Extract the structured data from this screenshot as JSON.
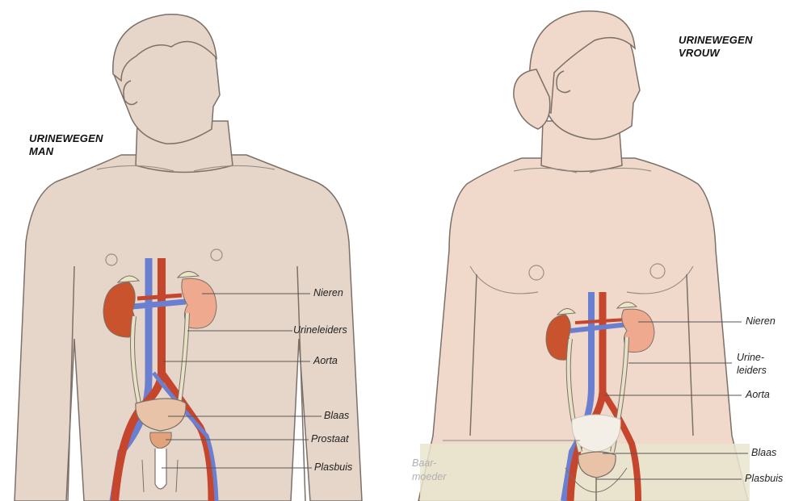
{
  "colors": {
    "skin_man": "#e6d6c9",
    "skin_woman": "#f0d9cb",
    "outline": "#7c7068",
    "artery": "#c5452d",
    "vein": "#6a7fd0",
    "kidney_left": "#c8532d",
    "kidney_right": "#efa98e",
    "ureter": "#e7e1c6",
    "bladder": "#e9c3a8",
    "leader_line": "#555555"
  },
  "man": {
    "title": [
      "URINEWEGEN",
      "MAN"
    ],
    "labels": {
      "nieren": "Nieren",
      "urineleiders": "Urineleiders",
      "aorta": "Aorta",
      "blaas": "Blaas",
      "prostaat": "Prostaat",
      "plasbuis": "Plasbuis"
    }
  },
  "woman": {
    "title": [
      "URINEWEGEN",
      "VROUW"
    ],
    "labels": {
      "nieren": "Nieren",
      "urineleiders": [
        "Urine-",
        "leiders"
      ],
      "aorta": "Aorta",
      "blaas": "Blaas",
      "baarmoeder": [
        "Baar-",
        "moeder"
      ],
      "plasbuis": "Plasbuis"
    }
  }
}
